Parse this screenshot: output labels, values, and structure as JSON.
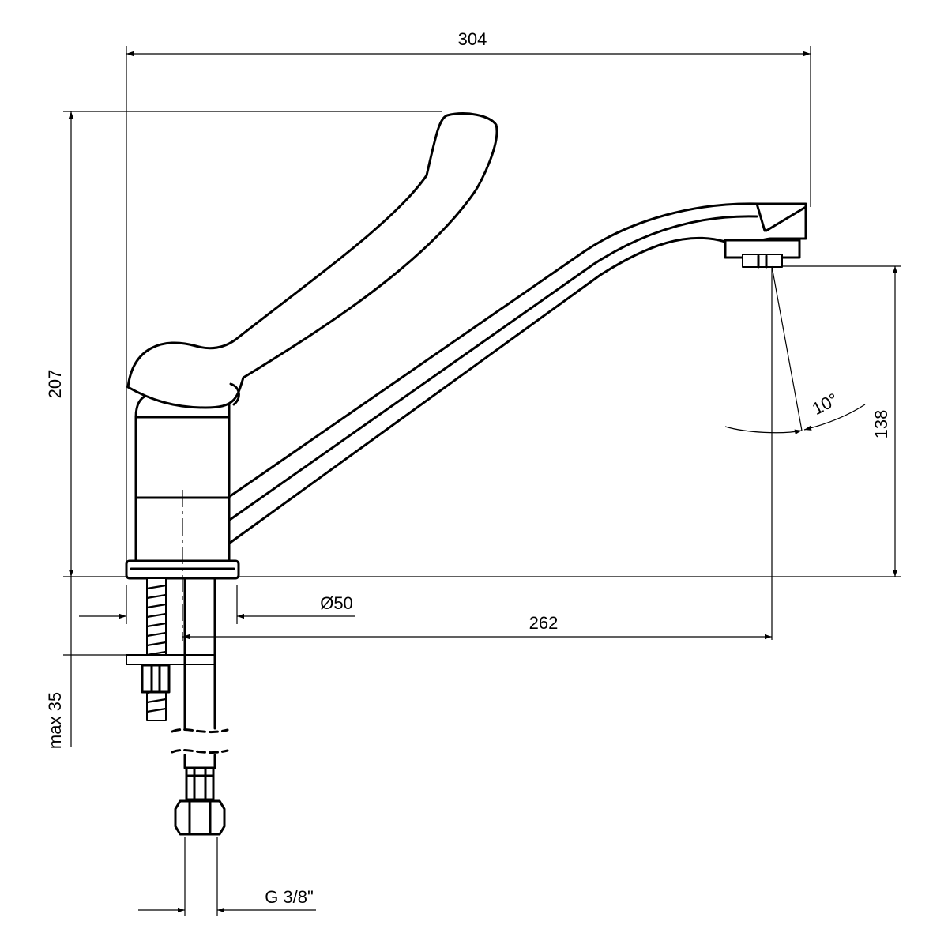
{
  "dimensions": {
    "overall_length": "304",
    "overall_height": "207",
    "spout_height": "138",
    "spout_reach": "262",
    "base_diameter": "Ø50",
    "max_thickness": "max 35",
    "connection_thread": "G 3/8\"",
    "spout_angle": "10°"
  },
  "colors": {
    "line": "#000000",
    "background": "#ffffff"
  }
}
